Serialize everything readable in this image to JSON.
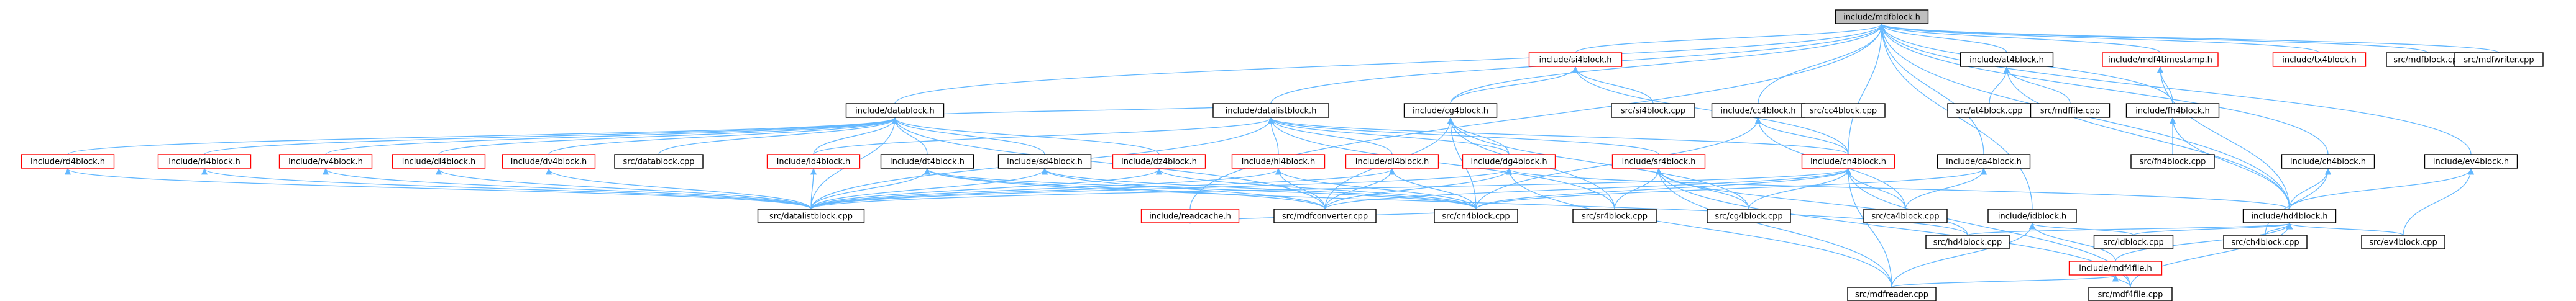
{
  "palette": {
    "edge": "#63b8ff",
    "node_border": "#000000",
    "missing_doc_border": "#ff0000",
    "root_fill": "#bfbfbf",
    "node_fill": "#ffffff",
    "text": "#000000"
  },
  "graph": {
    "root": "mdf",
    "nodes": [
      {
        "id": "mdf",
        "label": "include/mdfblock.h",
        "status": "root"
      },
      {
        "id": "datablock",
        "label": "include/datablock.h",
        "status": "normal"
      },
      {
        "id": "datalistblock",
        "label": "include/datalistblock.h",
        "status": "normal"
      },
      {
        "id": "si4",
        "label": "include/si4block.h",
        "status": "missing"
      },
      {
        "id": "cg4",
        "label": "include/cg4block.h",
        "status": "normal"
      },
      {
        "id": "cc4",
        "label": "include/cc4block.h",
        "status": "normal"
      },
      {
        "id": "at4",
        "label": "include/at4block.h",
        "status": "normal"
      },
      {
        "id": "mdf4ts",
        "label": "include/mdf4timestamp.h",
        "status": "missing"
      },
      {
        "id": "tx4",
        "label": "include/tx4block.h",
        "status": "missing"
      },
      {
        "id": "mdfblockcpp",
        "label": "src/mdfblock.cpp",
        "status": "normal"
      },
      {
        "id": "mdfwritercpp",
        "label": "src/mdfwriter.cpp",
        "status": "normal"
      },
      {
        "id": "rd4",
        "label": "include/rd4block.h",
        "status": "missing"
      },
      {
        "id": "ri4",
        "label": "include/ri4block.h",
        "status": "missing"
      },
      {
        "id": "rv4",
        "label": "include/rv4block.h",
        "status": "missing"
      },
      {
        "id": "di4",
        "label": "include/di4block.h",
        "status": "missing"
      },
      {
        "id": "dv4",
        "label": "include/dv4block.h",
        "status": "missing"
      },
      {
        "id": "datablockcpp",
        "label": "src/datablock.cpp",
        "status": "normal"
      },
      {
        "id": "ld4",
        "label": "include/ld4block.h",
        "status": "missing"
      },
      {
        "id": "dt4",
        "label": "include/dt4block.h",
        "status": "normal"
      },
      {
        "id": "sd4",
        "label": "include/sd4block.h",
        "status": "normal"
      },
      {
        "id": "dz4",
        "label": "include/dz4block.h",
        "status": "missing"
      },
      {
        "id": "hl4",
        "label": "include/hl4block.h",
        "status": "missing"
      },
      {
        "id": "dl4",
        "label": "include/dl4block.h",
        "status": "missing"
      },
      {
        "id": "dg4",
        "label": "include/dg4block.h",
        "status": "missing"
      },
      {
        "id": "sr4",
        "label": "include/sr4block.h",
        "status": "missing"
      },
      {
        "id": "cn4",
        "label": "include/cn4block.h",
        "status": "missing"
      },
      {
        "id": "si4cpp",
        "label": "src/si4block.cpp",
        "status": "normal"
      },
      {
        "id": "cc4cpp",
        "label": "src/cc4block.cpp",
        "status": "normal"
      },
      {
        "id": "ca4",
        "label": "include/ca4block.h",
        "status": "normal"
      },
      {
        "id": "at4cpp",
        "label": "src/at4block.cpp",
        "status": "normal"
      },
      {
        "id": "mdffilecpp",
        "label": "src/mdffile.cpp",
        "status": "normal"
      },
      {
        "id": "fh4",
        "label": "include/fh4block.h",
        "status": "normal"
      },
      {
        "id": "ch4",
        "label": "include/ch4block.h",
        "status": "normal"
      },
      {
        "id": "ev4",
        "label": "include/ev4block.h",
        "status": "normal"
      },
      {
        "id": "fh4cpp",
        "label": "src/fh4block.cpp",
        "status": "normal"
      },
      {
        "id": "readcache",
        "label": "include/readcache.h",
        "status": "missing"
      },
      {
        "id": "mdfconvertercpp",
        "label": "src/mdfconverter.cpp",
        "status": "normal"
      },
      {
        "id": "cn4cpp",
        "label": "src/cn4block.cpp",
        "status": "normal"
      },
      {
        "id": "sr4cpp",
        "label": "src/sr4block.cpp",
        "status": "normal"
      },
      {
        "id": "cg4cpp",
        "label": "src/cg4block.cpp",
        "status": "normal"
      },
      {
        "id": "ca4cpp",
        "label": "src/ca4block.cpp",
        "status": "normal"
      },
      {
        "id": "idblock",
        "label": "include/idblock.h",
        "status": "normal"
      },
      {
        "id": "hd4",
        "label": "include/hd4block.h",
        "status": "normal"
      },
      {
        "id": "datalistblockcpp",
        "label": "src/datalistblock.cpp",
        "status": "normal"
      },
      {
        "id": "hd4cpp",
        "label": "src/hd4block.cpp",
        "status": "normal"
      },
      {
        "id": "idblockcpp",
        "label": "src/idblock.cpp",
        "status": "normal"
      },
      {
        "id": "mdf4file",
        "label": "include/mdf4file.h",
        "status": "missing"
      },
      {
        "id": "ch4cpp",
        "label": "src/ch4block.cpp",
        "status": "normal"
      },
      {
        "id": "ev4cpp",
        "label": "src/ev4block.cpp",
        "status": "normal"
      },
      {
        "id": "mdfreadercpp",
        "label": "src/mdfreader.cpp",
        "status": "normal"
      },
      {
        "id": "mdf4filecpp",
        "label": "src/mdf4file.cpp",
        "status": "normal"
      }
    ],
    "edges": [
      [
        "datablock",
        "mdf"
      ],
      [
        "datalistblock",
        "mdf"
      ],
      [
        "si4",
        "mdf"
      ],
      [
        "cg4",
        "mdf"
      ],
      [
        "cc4",
        "mdf"
      ],
      [
        "at4",
        "mdf"
      ],
      [
        "mdf4ts",
        "mdf"
      ],
      [
        "tx4",
        "mdf"
      ],
      [
        "mdfblockcpp",
        "mdf"
      ],
      [
        "mdfwritercpp",
        "mdf"
      ],
      [
        "ca4",
        "mdf"
      ],
      [
        "fh4",
        "mdf"
      ],
      [
        "ch4",
        "mdf"
      ],
      [
        "ev4",
        "mdf"
      ],
      [
        "idblock",
        "mdf"
      ],
      [
        "hd4",
        "mdf"
      ],
      [
        "readcache",
        "mdf"
      ],
      [
        "cn4",
        "mdf"
      ],
      [
        "rd4",
        "datablock"
      ],
      [
        "ri4",
        "datablock"
      ],
      [
        "rv4",
        "datablock"
      ],
      [
        "di4",
        "datablock"
      ],
      [
        "dv4",
        "datablock"
      ],
      [
        "datablockcpp",
        "datablock"
      ],
      [
        "datalistblock",
        "datablock"
      ],
      [
        "ld4",
        "datablock"
      ],
      [
        "dt4",
        "datablock"
      ],
      [
        "sd4",
        "datablock"
      ],
      [
        "dz4",
        "datablock"
      ],
      [
        "datalistblockcpp",
        "datablock"
      ],
      [
        "mdfconvertercpp",
        "datablock"
      ],
      [
        "ld4",
        "datalistblock"
      ],
      [
        "hl4",
        "datalistblock"
      ],
      [
        "dl4",
        "datalistblock"
      ],
      [
        "dg4",
        "datalistblock"
      ],
      [
        "sr4",
        "datalistblock"
      ],
      [
        "cn4",
        "datalistblock"
      ],
      [
        "datalistblockcpp",
        "datalistblock"
      ],
      [
        "sr4cpp",
        "datalistblock"
      ],
      [
        "cg4",
        "si4"
      ],
      [
        "cn4",
        "si4"
      ],
      [
        "si4cpp",
        "si4"
      ],
      [
        "dg4",
        "cg4"
      ],
      [
        "sr4cpp",
        "cg4"
      ],
      [
        "cg4cpp",
        "cg4"
      ],
      [
        "mdfconvertercpp",
        "cg4"
      ],
      [
        "cn4cpp",
        "cg4"
      ],
      [
        "cn4",
        "cc4"
      ],
      [
        "cc4cpp",
        "cc4"
      ],
      [
        "at4cpp",
        "at4"
      ],
      [
        "mdffilecpp",
        "at4"
      ],
      [
        "hd4",
        "at4"
      ],
      [
        "fh4",
        "mdf4ts"
      ],
      [
        "hd4",
        "mdf4ts"
      ],
      [
        "fh4cpp",
        "fh4"
      ],
      [
        "hd4",
        "fh4"
      ],
      [
        "hd4",
        "ch4"
      ],
      [
        "ch4cpp",
        "ch4"
      ],
      [
        "hd4",
        "ev4"
      ],
      [
        "ev4cpp",
        "ev4"
      ],
      [
        "hd4",
        "dg4"
      ],
      [
        "mdfreadercpp",
        "dg4"
      ],
      [
        "mdfconvertercpp",
        "dg4"
      ],
      [
        "datalistblockcpp",
        "dg4"
      ],
      [
        "cn4cpp",
        "cn4"
      ],
      [
        "cg4cpp",
        "cn4"
      ],
      [
        "ca4cpp",
        "cn4"
      ],
      [
        "mdfreadercpp",
        "cn4"
      ],
      [
        "mdfconvertercpp",
        "cn4"
      ],
      [
        "mdf4filecpp",
        "cn4"
      ],
      [
        "datalistblockcpp",
        "cn4"
      ],
      [
        "ca4cpp",
        "ca4"
      ],
      [
        "cn4cpp",
        "ca4"
      ],
      [
        "datalistblockcpp",
        "rd4"
      ],
      [
        "datalistblockcpp",
        "ri4"
      ],
      [
        "datalistblockcpp",
        "rv4"
      ],
      [
        "datalistblockcpp",
        "di4"
      ],
      [
        "datalistblockcpp",
        "dv4"
      ],
      [
        "datalistblockcpp",
        "ld4"
      ],
      [
        "datalistblockcpp",
        "dt4"
      ],
      [
        "datalistblockcpp",
        "sd4"
      ],
      [
        "datalistblockcpp",
        "dz4"
      ],
      [
        "datalistblockcpp",
        "hl4"
      ],
      [
        "datalistblockcpp",
        "dl4"
      ],
      [
        "cn4cpp",
        "dt4"
      ],
      [
        "cn4cpp",
        "sd4"
      ],
      [
        "cn4cpp",
        "dz4"
      ],
      [
        "cn4cpp",
        "hl4"
      ],
      [
        "cn4cpp",
        "dl4"
      ],
      [
        "mdfconvertercpp",
        "dt4"
      ],
      [
        "mdfconvertercpp",
        "hl4"
      ],
      [
        "mdfconvertercpp",
        "dl4"
      ],
      [
        "mdfconvertercpp",
        "sd4"
      ],
      [
        "hd4cpp",
        "dt4"
      ],
      [
        "cn4cpp",
        "readcache"
      ],
      [
        "sr4cpp",
        "sr4"
      ],
      [
        "cg4cpp",
        "sr4"
      ],
      [
        "hd4cpp",
        "sr4"
      ],
      [
        "mdfreadercpp",
        "sr4"
      ],
      [
        "mdf4filecpp",
        "sr4"
      ],
      [
        "hd4cpp",
        "hd4"
      ],
      [
        "ch4cpp",
        "hd4"
      ],
      [
        "ev4cpp",
        "hd4"
      ],
      [
        "idblockcpp",
        "hd4"
      ],
      [
        "mdf4file",
        "hd4"
      ],
      [
        "mdf4filecpp",
        "hd4"
      ],
      [
        "idblockcpp",
        "idblock"
      ],
      [
        "mdf4file",
        "idblock"
      ],
      [
        "mdfreadercpp",
        "idblock"
      ],
      [
        "mdfreadercpp",
        "mdf4file"
      ],
      [
        "mdf4filecpp",
        "mdf4file"
      ],
      [
        "cn4cpp",
        "cc4"
      ],
      [
        "ca4cpp",
        "cc4"
      ]
    ]
  }
}
